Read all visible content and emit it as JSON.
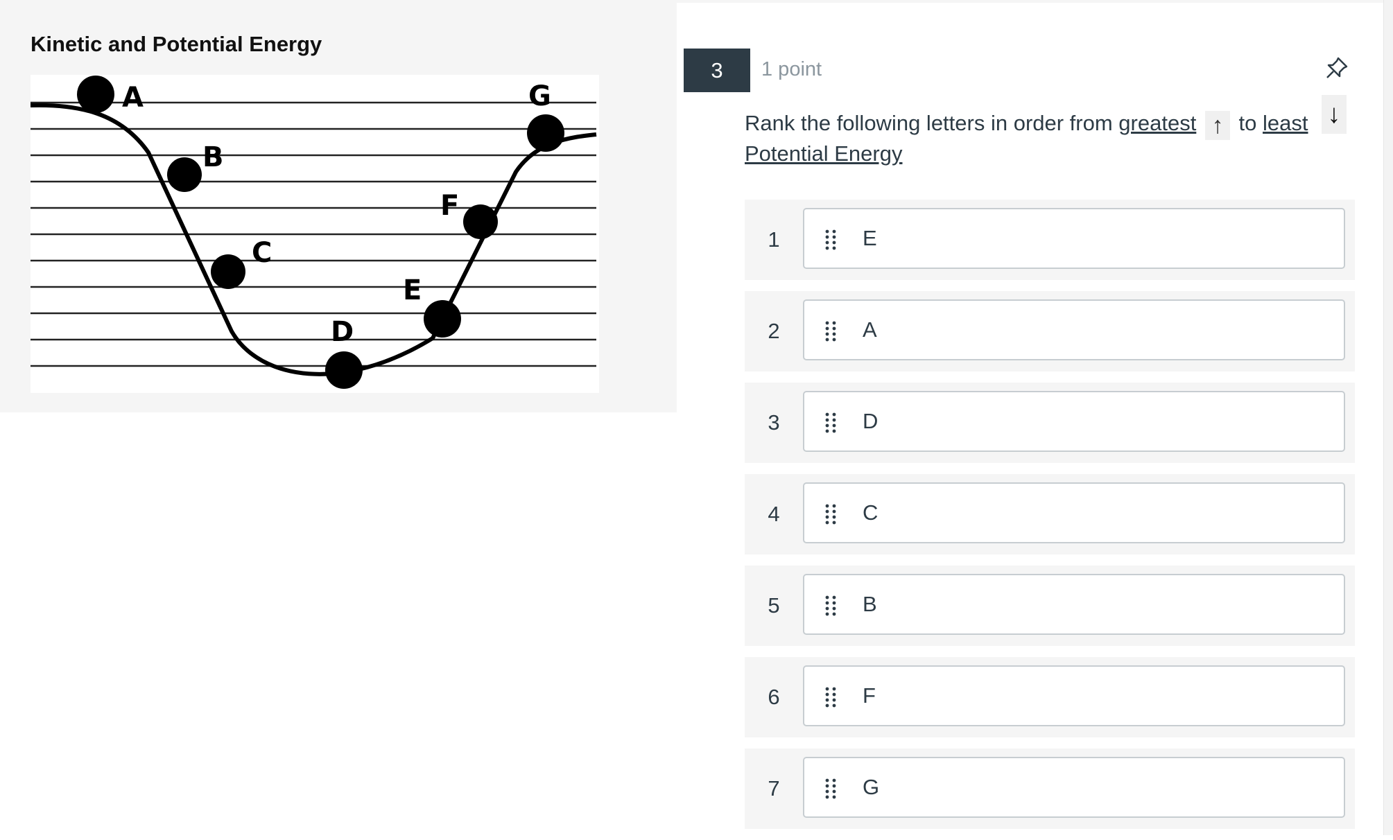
{
  "left_panel": {
    "title": "Kinetic and Potential Energy",
    "figure_labels": [
      "A",
      "B",
      "C",
      "D",
      "E",
      "F",
      "G"
    ]
  },
  "question": {
    "number": "3",
    "points": "1 point",
    "prompt_start": "Rank the following letters in order from ",
    "prompt_greatest": "greatest",
    "prompt_to": " to ",
    "prompt_least": "least",
    "prompt_energy": "Potential Energy ",
    "arrow_up": "↑",
    "arrow_down": "↓"
  },
  "icons": {
    "pin": "pin-icon",
    "grip": "drag-handle-icon"
  },
  "ranking": [
    {
      "position": "1",
      "label": "E"
    },
    {
      "position": "2",
      "label": "A"
    },
    {
      "position": "3",
      "label": "D"
    },
    {
      "position": "4",
      "label": "C"
    },
    {
      "position": "5",
      "label": "B"
    },
    {
      "position": "6",
      "label": "F"
    },
    {
      "position": "7",
      "label": "G"
    }
  ],
  "colors": {
    "header_badge": "#2d3b45",
    "panel_bg": "#f5f5f5",
    "text": "#2d3b45",
    "muted": "#8b969e"
  }
}
